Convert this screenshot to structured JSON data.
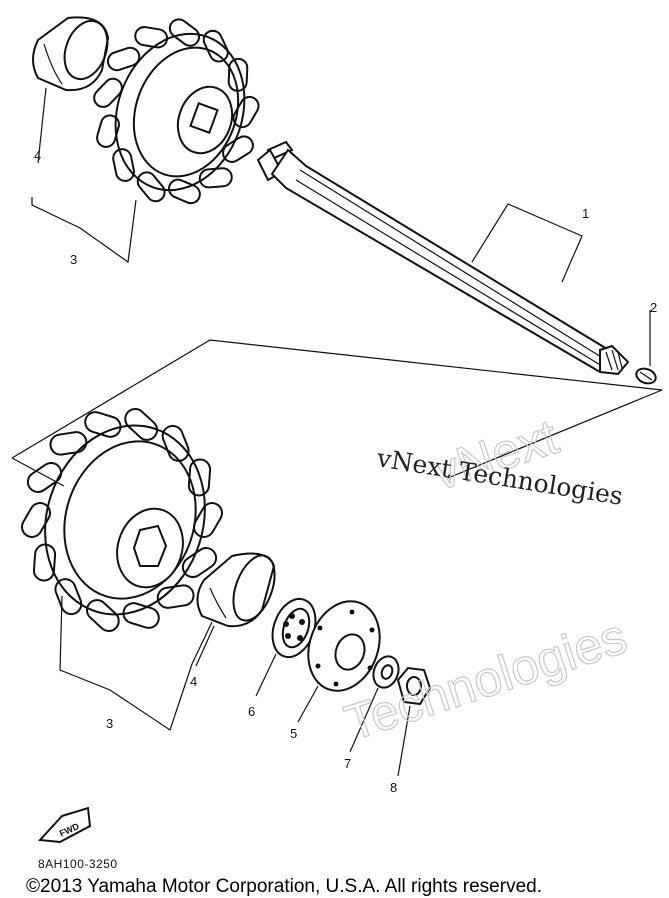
{
  "callouts": [
    {
      "id": "callout-1",
      "text": "1"
    },
    {
      "id": "callout-2",
      "text": "2"
    },
    {
      "id": "callout-3-top",
      "text": "3"
    },
    {
      "id": "callout-4-top",
      "text": "4"
    },
    {
      "id": "callout-3-bottom",
      "text": "3"
    },
    {
      "id": "callout-4-bottom",
      "text": "4"
    },
    {
      "id": "callout-5",
      "text": "5"
    },
    {
      "id": "callout-6",
      "text": "6"
    },
    {
      "id": "callout-7",
      "text": "7"
    },
    {
      "id": "callout-8",
      "text": "8"
    }
  ],
  "fwd_badge": "FWD",
  "watermark": {
    "line1": "vNext Technologies",
    "outline_top": "vNext",
    "outline_bottom": "Technologies"
  },
  "diagram_code": "8AH100-3250",
  "copyright": "©2013 Yamaha Motor Corporation, U.S.A. All rights reserved."
}
